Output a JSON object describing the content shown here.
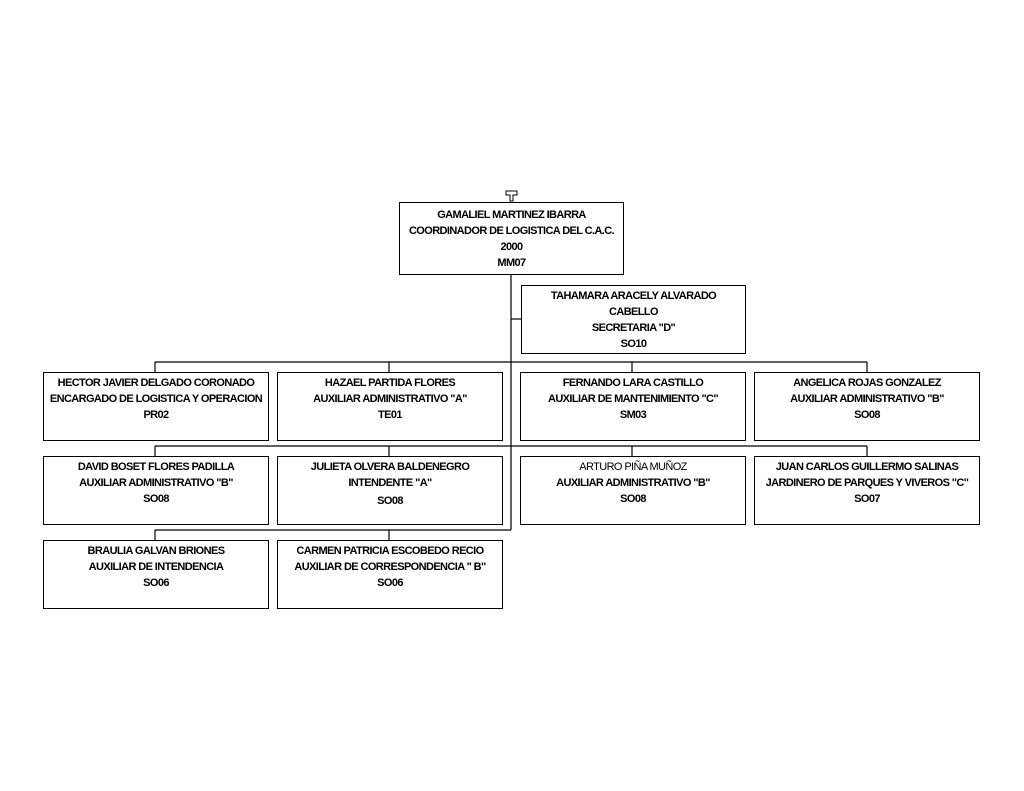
{
  "root": {
    "name": "GAMALIEL MARTINEZ IBARRA",
    "title": "COORDINADOR DE LOGISTICA DEL C.A.C.",
    "number": "2000",
    "code": "MM07"
  },
  "assistant": {
    "name_line1": "TAHAMARA ARACELY ALVARADO",
    "name_line2": "CABELLO",
    "title": "SECRETARIA \"D\"",
    "code": "SO10"
  },
  "staff": [
    {
      "name": "HECTOR JAVIER DELGADO CORONADO",
      "title": "ENCARGADO DE LOGISTICA Y OPERACION",
      "code": "PR02"
    },
    {
      "name": "HAZAEL PARTIDA FLORES",
      "title": "AUXILIAR ADMINISTRATIVO \"A\"",
      "code": "TE01"
    },
    {
      "name": "FERNANDO LARA CASTILLO",
      "title": "AUXILIAR DE MANTENIMIENTO \"C\"",
      "code": "SM03"
    },
    {
      "name": "ANGELICA ROJAS GONZALEZ",
      "title": "AUXILIAR ADMINISTRATIVO \"B\"",
      "code": "SO08"
    },
    {
      "name": "DAVID BOSET FLORES PADILLA",
      "title": "AUXILIAR ADMINISTRATIVO \"B\"",
      "code": "SO08"
    },
    {
      "name": "JULIETA OLVERA BALDENEGRO",
      "title": "INTENDENTE \"A\"",
      "code": "SO08"
    },
    {
      "name": "ARTURO PIÑA MUÑOZ",
      "title": "AUXILIAR ADMINISTRATIVO \"B\"",
      "code": "SO08"
    },
    {
      "name": "JUAN CARLOS GUILLERMO SALINAS",
      "title": "JARDINERO DE PARQUES Y VIVEROS \"C\"",
      "code": "SO07"
    },
    {
      "name": "BRAULIA GALVAN BRIONES",
      "title": "AUXILIAR DE INTENDENCIA",
      "code": "SO06"
    },
    {
      "name": "CARMEN PATRICIA ESCOBEDO RECIO",
      "title": "AUXILIAR DE CORRESPONDENCIA \" B\"",
      "code": "SO06"
    }
  ]
}
